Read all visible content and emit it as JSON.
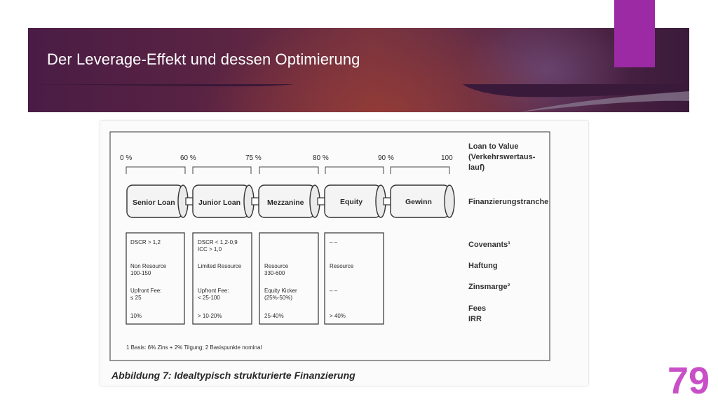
{
  "slide": {
    "title": "Der Leverage-Effekt und dessen Optimierung",
    "page_number": "79"
  },
  "figure": {
    "caption": "Abbildung 7: Idealtypisch strukturierte Finanzierung",
    "footnote": "1  Basis: 6% Zins + 2% Tilgung; 2  Basispunkte nominal",
    "percent_marks": [
      "0 %",
      "60 %",
      "75 %",
      "80 %",
      "90 %",
      "100"
    ],
    "tranches": [
      "Senior Loan",
      "Junior Loan",
      "Mezzanine",
      "Equity",
      "Gewinn"
    ],
    "side_labels": {
      "ltv_1": "Loan to Value",
      "ltv_2": "(Verkehrswertaus-",
      "ltv_3": "lauf)",
      "tranche": "Finanzierungstranche",
      "covenants": "Covenants¹",
      "haftung": "Haftung",
      "zinsmarge": "Zinsmarge²",
      "fees": "Fees",
      "irr": "IRR"
    },
    "columns": [
      {
        "l1": "DSCR > 1,2",
        "l2": "",
        "l3": "Non Resource",
        "l4": "100-150",
        "l5": "Upfront Fee:",
        "l6": "≤ 25",
        "l7": "10%"
      },
      {
        "l1": "DSCR < 1,2-0,9",
        "l2": "ICC > 1,0",
        "l3": "Limited Resource",
        "l4": "",
        "l5": "Upfront Fee:",
        "l6": "< 25-100",
        "l7": "> 10-20%"
      },
      {
        "l1": "",
        "l2": "",
        "l3": "Resource",
        "l4": "330-600",
        "l5": "Equity Kicker",
        "l6": "(25%-50%)",
        "l7": "25-40%"
      },
      {
        "l1": "– –",
        "l2": "",
        "l3": "Resource",
        "l4": "",
        "l5": "– –",
        "l6": "",
        "l7": "> 40%"
      }
    ]
  }
}
